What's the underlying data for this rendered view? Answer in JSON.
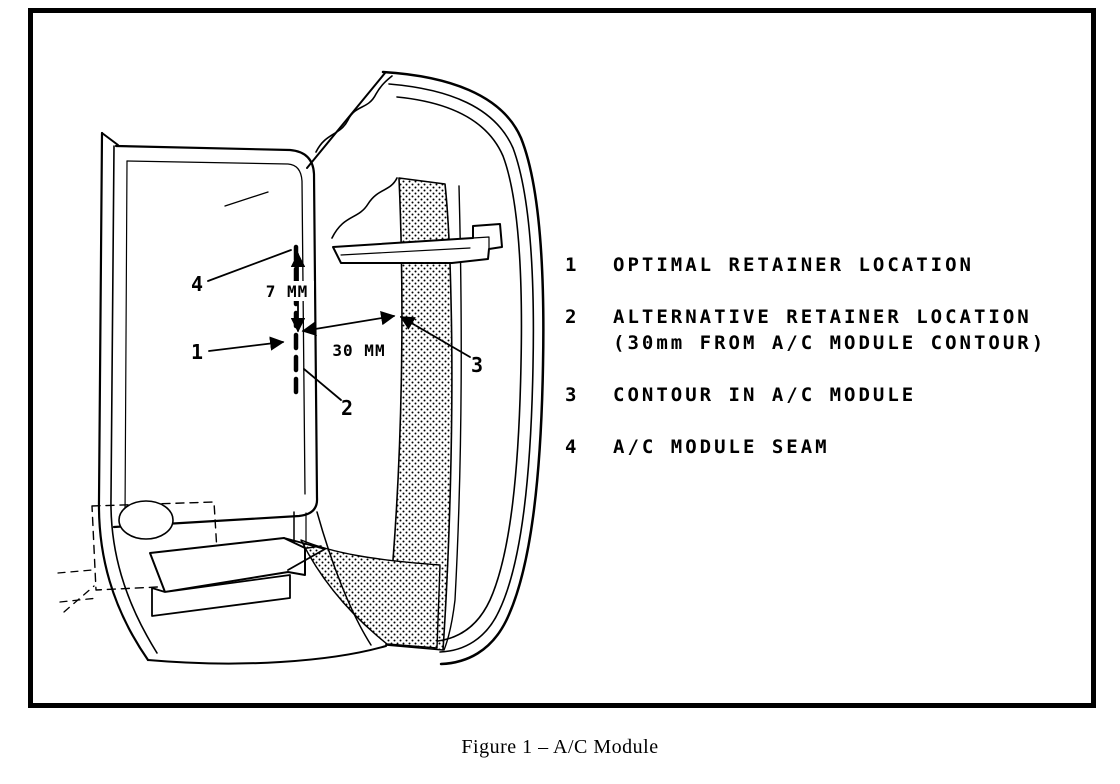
{
  "colors": {
    "ink": "#000000",
    "paper": "#ffffff"
  },
  "figure": {
    "caption": "Figure 1 – A/C Module"
  },
  "diagram": {
    "dim_vertical": "7 MM",
    "dim_horizontal": "30 MM",
    "callouts": {
      "c1": "1",
      "c2": "2",
      "c3": "3",
      "c4": "4"
    },
    "legend": [
      {
        "number": "1",
        "lines": [
          "OPTIMAL RETAINER LOCATION"
        ]
      },
      {
        "number": "2",
        "lines": [
          "ALTERNATIVE RETAINER LOCATION",
          "(30mm FROM A/C MODULE CONTOUR)"
        ]
      },
      {
        "number": "3",
        "lines": [
          "CONTOUR IN A/C MODULE"
        ]
      },
      {
        "number": "4",
        "lines": [
          "A/C MODULE SEAM"
        ]
      }
    ]
  }
}
